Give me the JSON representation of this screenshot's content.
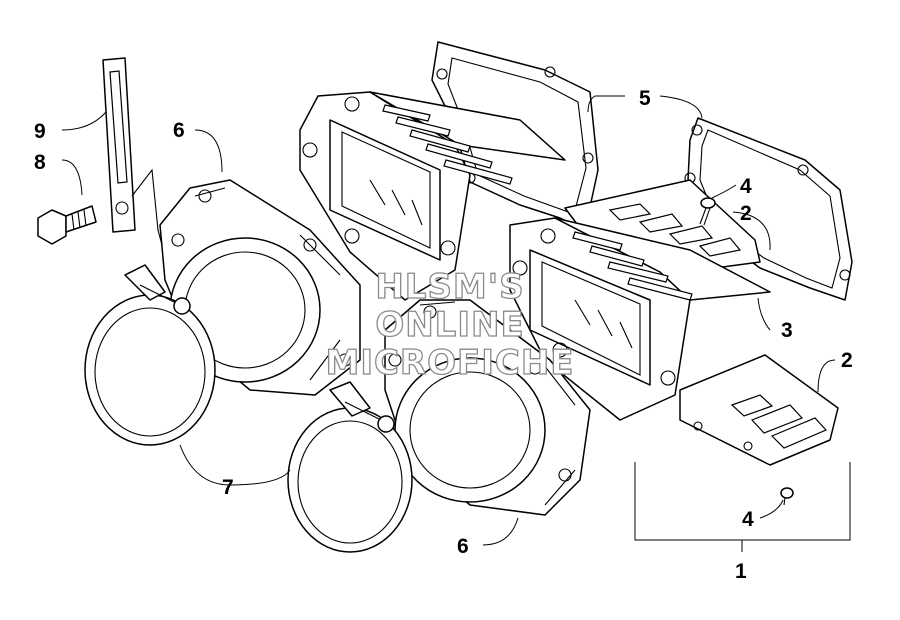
{
  "callouts": {
    "c1": "1",
    "c2a": "2",
    "c2b": "2",
    "c3": "3",
    "c4a": "4",
    "c4b": "4",
    "c5": "5",
    "c6a": "6",
    "c6b": "6",
    "c7": "7",
    "c8": "8",
    "c9": "9"
  },
  "watermark": {
    "line1": "HLSM'S",
    "line2": "ONLINE",
    "line3": "MICROFICHE"
  }
}
